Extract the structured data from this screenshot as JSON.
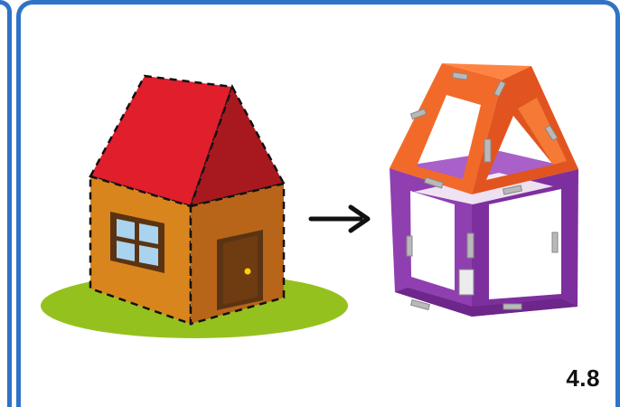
{
  "panel": {
    "page_number": "4.8"
  },
  "colors": {
    "frame_blue": "#2f73c7",
    "roof_red": "#e01e2c",
    "roof_dark_red": "#a8191f",
    "wall_orange": "#d9851e",
    "wall_dark_orange": "#b8651a",
    "grass_green": "#95c11f",
    "window_blue": "#a9d3ee",
    "door_brown": "#6b3a12",
    "magnet_orange": "#f26a2a",
    "magnet_purple": "#8f3fb0",
    "connector_silver": "#b9b9b9"
  },
  "icons": {
    "left": "dashed-house-drawing",
    "middle": "right-arrow-icon",
    "right": "magnetic-tile-house-photo"
  }
}
